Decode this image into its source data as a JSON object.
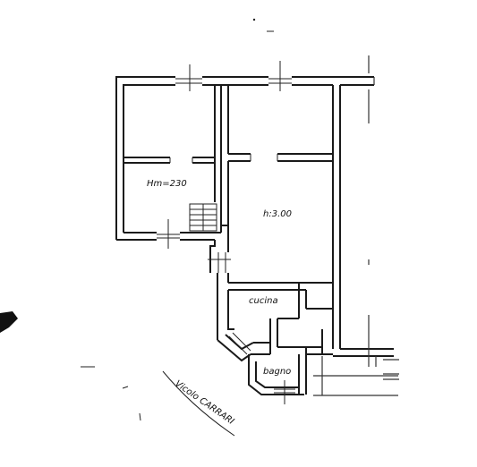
{
  "labels": {
    "room_height_small": "Hm=230",
    "room_height_main": "h:3.00",
    "kitchen": "cucina",
    "bathroom": "bagno",
    "street": "Vicolo CARRARI"
  },
  "colors": {
    "ink": "#1a1a1a",
    "paper": "#ffffff"
  }
}
